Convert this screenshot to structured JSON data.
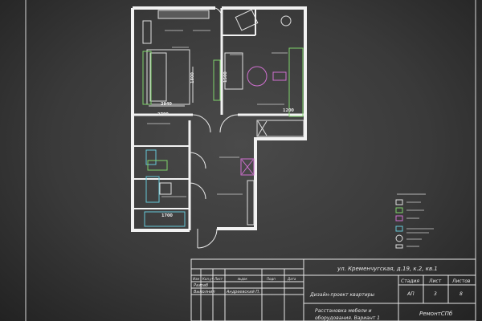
{
  "dimensions": {
    "bedroom_width": "2940",
    "bedroom_height": "1800",
    "kitchen_mid": "1500",
    "kitchen_bottom": "1200",
    "hall_top": "2780",
    "bath_width": "1700"
  },
  "title_block": {
    "address": "ул. Кременчугская, д.19, к.2, кв.1",
    "project": "Дизайн-проект квартиры",
    "sheet_title_line1": "Расстановка мебели и",
    "sheet_title_line2": "оборудования. Вариант 1",
    "col_stage": "Стадия",
    "col_sheet": "Лист",
    "col_sheets": "Листов",
    "stage": "АП",
    "sheet": "3",
    "sheets": "8",
    "row1_label": "Разраб",
    "row2_label": "Выполнил",
    "row2_name": "Андреевский П.",
    "company": "РемонтСПб",
    "col_hdr_1": "Изм",
    "col_hdr_2": "Кол.уч",
    "col_hdr_3": "Лист",
    "col_hdr_4": "№док",
    "col_hdr_5": "Подп",
    "col_hdr_6": "Дата"
  },
  "colors": {
    "wall": "#f2f2f2",
    "furniture": "#e0e0e0",
    "green": "#7fd36b",
    "magenta": "#d070d0",
    "cyan": "#66c8d8",
    "accent_text": "#e8e8e8"
  }
}
